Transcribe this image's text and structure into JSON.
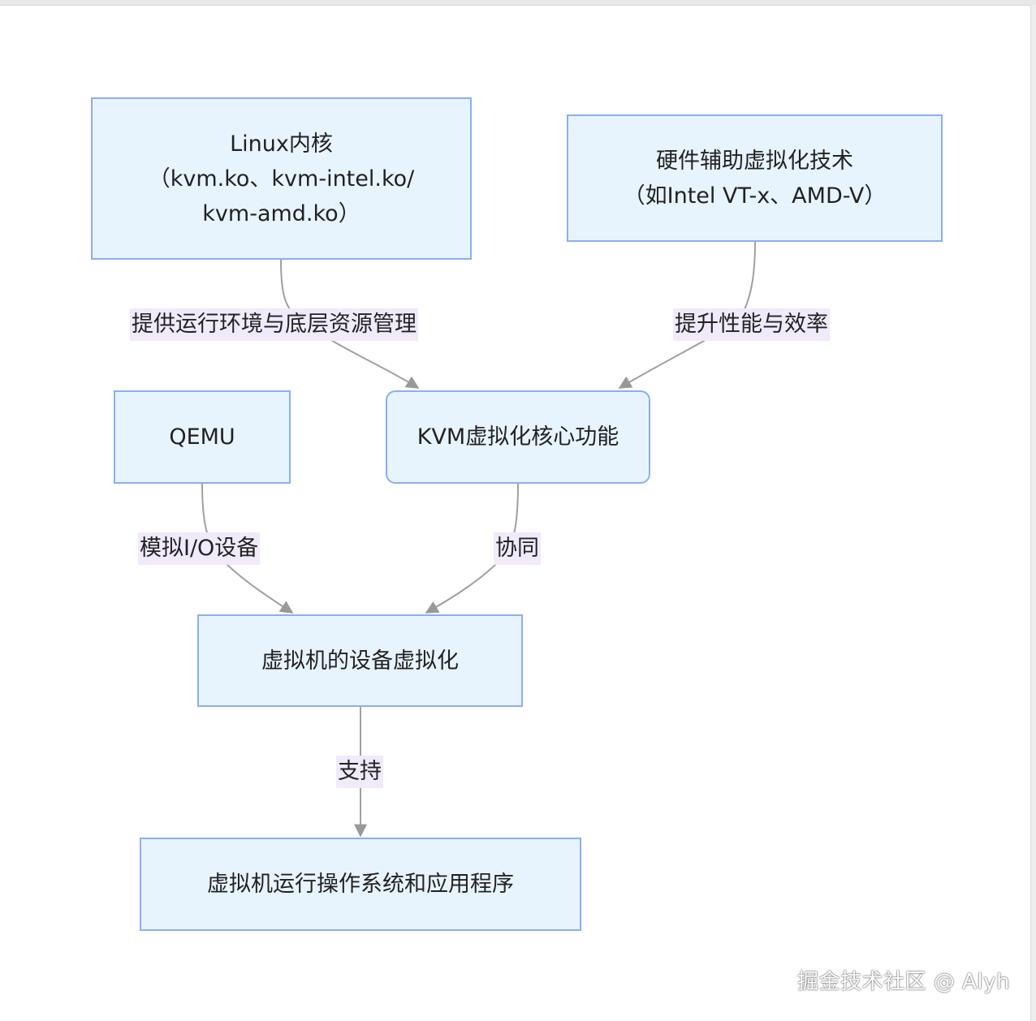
{
  "diagram": {
    "nodes": {
      "linux_kernel": {
        "label": "Linux内核\n（kvm.ko、kvm-intel.ko/\nkvm-amd.ko）"
      },
      "hw_assist": {
        "label": "硬件辅助虚拟化技术\n（如Intel VT-x、AMD-V）"
      },
      "qemu": {
        "label": "QEMU"
      },
      "kvm_core": {
        "label": "KVM虚拟化核心功能"
      },
      "device_virt": {
        "label": "虚拟机的设备虚拟化"
      },
      "vm_run": {
        "label": "虚拟机运行操作系统和应用程序"
      }
    },
    "edges": {
      "linux_to_kvm": {
        "label": "提供运行环境与底层资源管理"
      },
      "hw_to_kvm": {
        "label": "提升性能与效率"
      },
      "qemu_to_device": {
        "label": "模拟I/O设备"
      },
      "kvm_to_device": {
        "label": "协同"
      },
      "device_to_vm": {
        "label": "支持"
      }
    }
  },
  "watermark": "掘金技术社区 @ Alyh",
  "colors": {
    "node_fill": "#e8f4fd",
    "node_border": "#8aaef0",
    "edge_stroke": "#a0a0a0",
    "edge_label_bg": "#f1eafb"
  }
}
